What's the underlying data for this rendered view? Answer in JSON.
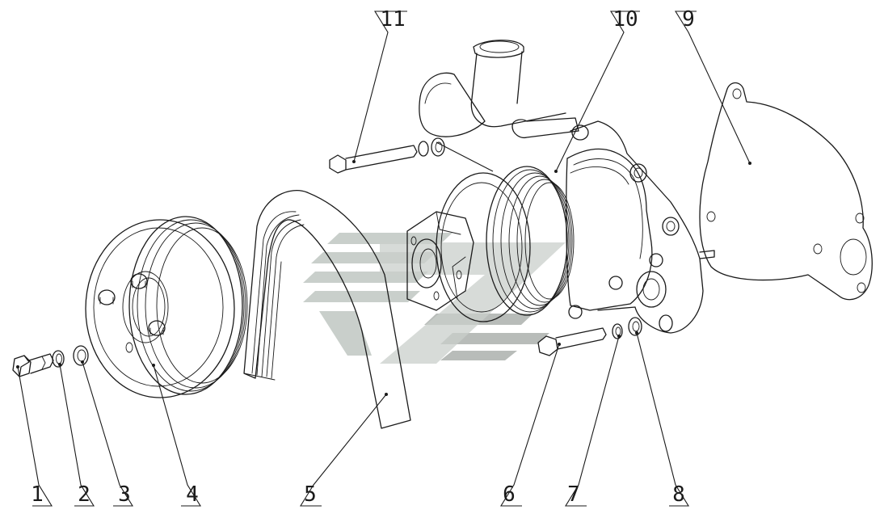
{
  "callouts": [
    {
      "id": "1",
      "label": "1"
    },
    {
      "id": "2",
      "label": "2"
    },
    {
      "id": "3",
      "label": "3"
    },
    {
      "id": "4",
      "label": "4"
    },
    {
      "id": "5",
      "label": "5"
    },
    {
      "id": "6",
      "label": "6"
    },
    {
      "id": "7",
      "label": "7"
    },
    {
      "id": "8",
      "label": "8"
    },
    {
      "id": "9",
      "label": "9"
    },
    {
      "id": "10",
      "label": "10"
    },
    {
      "id": "11",
      "label": "11"
    }
  ],
  "colors": {
    "line": "#1a1a1a",
    "watermark": "#c9cfcb",
    "background": "#ffffff"
  }
}
